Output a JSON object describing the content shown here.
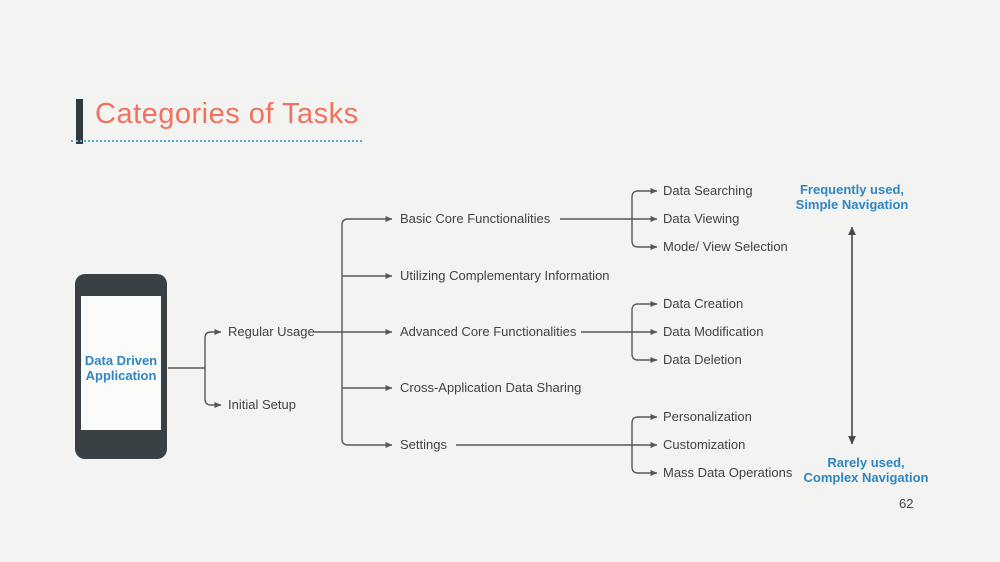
{
  "slide": {
    "title": "Categories of Tasks",
    "page_number": "62"
  },
  "colors": {
    "background": "#F3F3F1",
    "title_text": "#F2705C",
    "title_accent_bar": "#32383B",
    "dotted_underline": "#58A8D8",
    "connector_line": "#54595C",
    "label_text": "#3E4347",
    "accent_blue": "#2E86C4",
    "phone_body": "#3A4145",
    "phone_screen": "#FBFBFA"
  },
  "diagram": {
    "root": {
      "line1": "Data Driven",
      "line2": "Application"
    },
    "level1": [
      "Regular Usage",
      "Initial Setup"
    ],
    "level2": [
      "Basic Core Functionalities",
      "Utilizing Complementary Information",
      "Advanced Core Functionalities",
      "Cross-Application Data Sharing",
      "Settings"
    ],
    "level3_basic": [
      "Data Searching",
      "Data Viewing",
      "Mode/ View Selection"
    ],
    "level3_advanced": [
      "Data Creation",
      "Data Modification",
      "Data Deletion"
    ],
    "level3_settings": [
      "Personalization",
      "Customization",
      "Mass Data Operations"
    ],
    "annotation_top": {
      "line1": "Frequently used,",
      "line2": "Simple Navigation"
    },
    "annotation_bottom": {
      "line1": "Rarely used,",
      "line2": "Complex Navigation"
    }
  }
}
